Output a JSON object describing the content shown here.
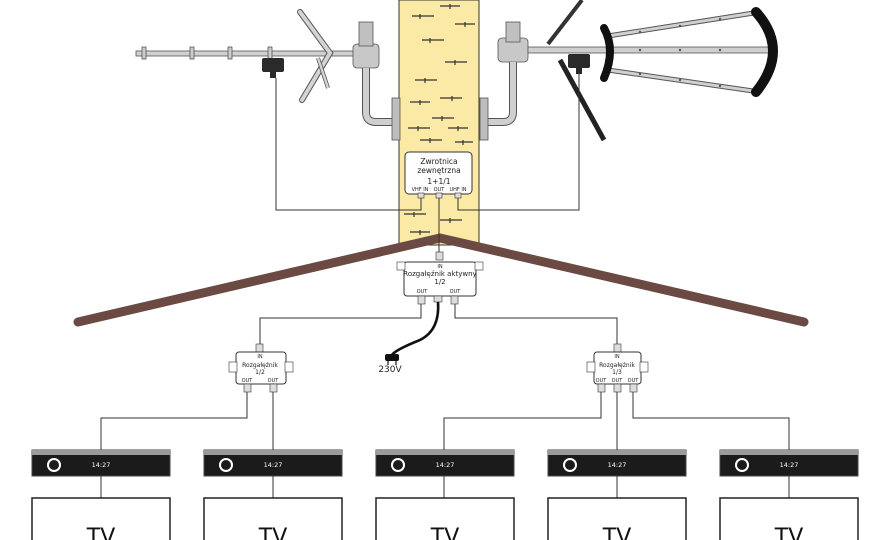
{
  "diplexer": {
    "line1": "Zwrotnica",
    "line2": "zewnętrzna",
    "line3": "1+1/1",
    "port_vhf": "VHF IN",
    "port_out": "OUT",
    "port_uhf": "UHF IN"
  },
  "active_splitter": {
    "line1": "Rozgałęźnik aktywny",
    "line2": "1/2",
    "port_in": "IN",
    "port_out_left": "OUT",
    "port_out_right": "OUT"
  },
  "power": {
    "label": "230V"
  },
  "splitter_left": {
    "line1": "Rozgałęźnik",
    "line2": "1/2",
    "port_in": "IN",
    "ports_out": [
      "OUT",
      "OUT"
    ]
  },
  "splitter_right": {
    "line1": "Rozgałęźnik",
    "line2": "1/3",
    "port_in": "IN",
    "ports_out": [
      "OUT",
      "OUT",
      "OUT"
    ]
  },
  "receivers": [
    {
      "time": "14:27",
      "tv_label": "TV"
    },
    {
      "time": "14:27",
      "tv_label": "TV"
    },
    {
      "time": "14:27",
      "tv_label": "TV"
    },
    {
      "time": "14:27",
      "tv_label": "TV"
    },
    {
      "time": "14:27",
      "tv_label": "TV"
    }
  ],
  "colors": {
    "mast": "#fbeaa6",
    "roof": "#6b4a43",
    "cable": "#333333",
    "antenna": "#c8c8c8",
    "receiver": "#1b1b1b"
  }
}
